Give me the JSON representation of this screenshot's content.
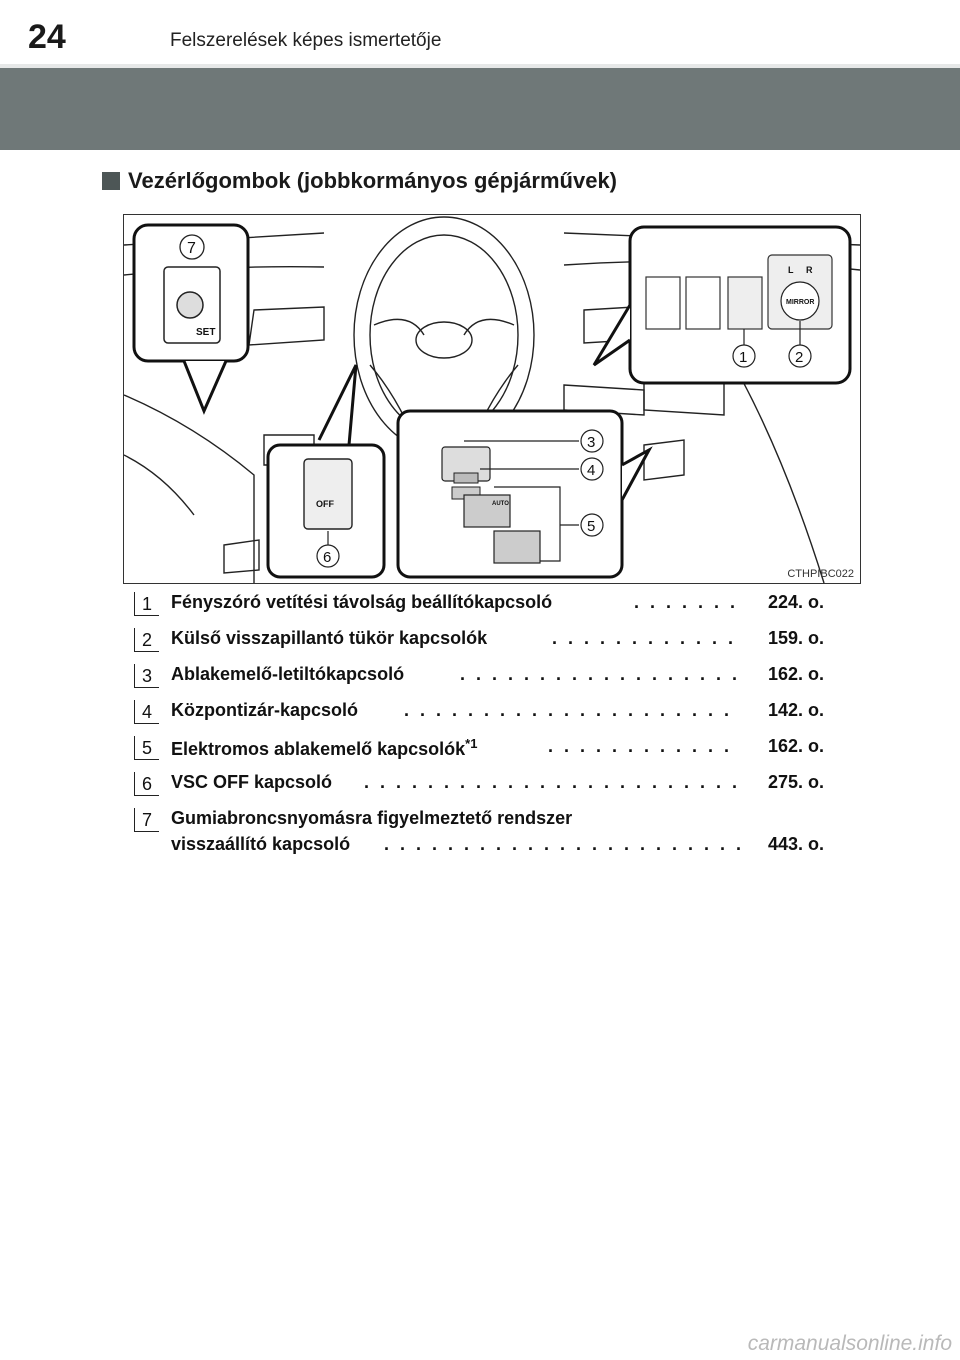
{
  "header": {
    "page_number": "24",
    "running_title": "Felszerelések képes ismertetője"
  },
  "section": {
    "heading": "Vezérlőgombok (jobbkormányos gépjárművek)"
  },
  "illustration": {
    "image_code": "CTHPIBC022",
    "callouts": [
      "1",
      "2",
      "3",
      "4",
      "5",
      "6",
      "7"
    ],
    "switch_labels": {
      "set": "SET",
      "off": "OFF",
      "mirror": "MIRROR",
      "left": "L",
      "right": "R",
      "auto": "AUTO"
    }
  },
  "legend": [
    {
      "num": "1",
      "text": "Fényszóró vetítési távolság beállítókapcsoló",
      "sup": "",
      "dots": " . . . . . . . . . ",
      "page": "224. o."
    },
    {
      "num": "2",
      "text": "Külső visszapillantó tükör kapcsolók",
      "sup": "",
      "dots": " . . . . . . . . . . . . . . . . ",
      "page": "159. o."
    },
    {
      "num": "3",
      "text": "Ablakemelő-letiltókapcsoló",
      "sup": "",
      "dots": " . . . . . . . . . . . . . . . . . . . . . . . ",
      "page": "162. o."
    },
    {
      "num": "4",
      "text": "Központizár-kapcsoló",
      "sup": "",
      "dots": " . . . . . . . . . . . . . . . . . . . . . . . . . . . . ",
      "page": "142. o."
    },
    {
      "num": "5",
      "text": "Elektromos ablakemelő kapcsolók",
      "sup": "*1",
      "dots": " . . . . . . . . . . . . . . . . ",
      "page": "162. o."
    },
    {
      "num": "6",
      "text": "VSC OFF kapcsoló",
      "sup": "",
      "dots": " . . . . . . . . . . . . . . . . . . . . . . . . . . . . . . ",
      "page": "275. o."
    },
    {
      "num": "7",
      "text": "Gumiabroncsnyomásra figyelmeztető rendszer",
      "text2": "visszaállító kapcsoló",
      "sup": "",
      "dots": " . . . . . . . . . . . . . . . . . . . . . . . . . . . . . ",
      "page": "443. o."
    }
  ],
  "watermark": "carmanualsonline.info"
}
